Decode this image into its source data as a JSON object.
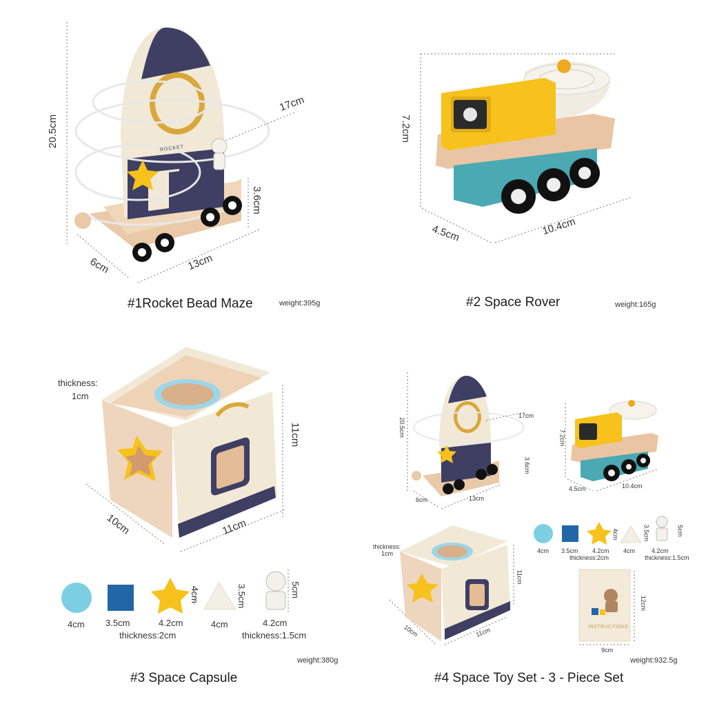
{
  "products": [
    {
      "title": "#1Rocket Bead Maze",
      "weight": "weight:395g",
      "dims": {
        "height": "20.5cm",
        "wire": "17cm",
        "base_h": "3.6cm",
        "depth": "6cm",
        "length": "13cm"
      },
      "rocket_text": "ROCKET"
    },
    {
      "title": "#2  Space Rover",
      "weight": "weight:165g",
      "dims": {
        "height": "7.2cm",
        "depth": "4.5cm",
        "length": "10.4cm"
      }
    },
    {
      "title": "#3  Space Capsule",
      "weight": "weight:380g",
      "dims": {
        "thickness_label": "thickness:",
        "thickness_value": "1cm",
        "height": "11cm",
        "depth": "10cm",
        "width": "11cm"
      },
      "shapes": [
        {
          "name": "circle",
          "size": "4cm"
        },
        {
          "name": "square",
          "size": "3.5cm",
          "extra": "thickness:2cm"
        },
        {
          "name": "star",
          "size": "4.2cm",
          "height": "4cm"
        },
        {
          "name": "triangle",
          "size": "4cm",
          "height": "3.5cm"
        },
        {
          "name": "astronaut",
          "size": "4.2cm",
          "height": "5cm",
          "extra": "thickness:1.5cm"
        }
      ]
    },
    {
      "title": "#4  Space Toy Set - 3 - Piece Set",
      "weight": "weight:932.5g",
      "manual": {
        "label": "INSTRUCTIONS",
        "width": "9cm",
        "height": "12cm"
      }
    }
  ],
  "colors": {
    "wood": "#e9c9a8",
    "cream": "#f1e9d6",
    "navy": "#3e3f63",
    "yellow": "#f6c21b",
    "teal": "#4aa9b2",
    "blue": "#7ccfe3",
    "square": "#2366a8",
    "ring": "#9cd6ea",
    "gold": "#d9a73a"
  }
}
